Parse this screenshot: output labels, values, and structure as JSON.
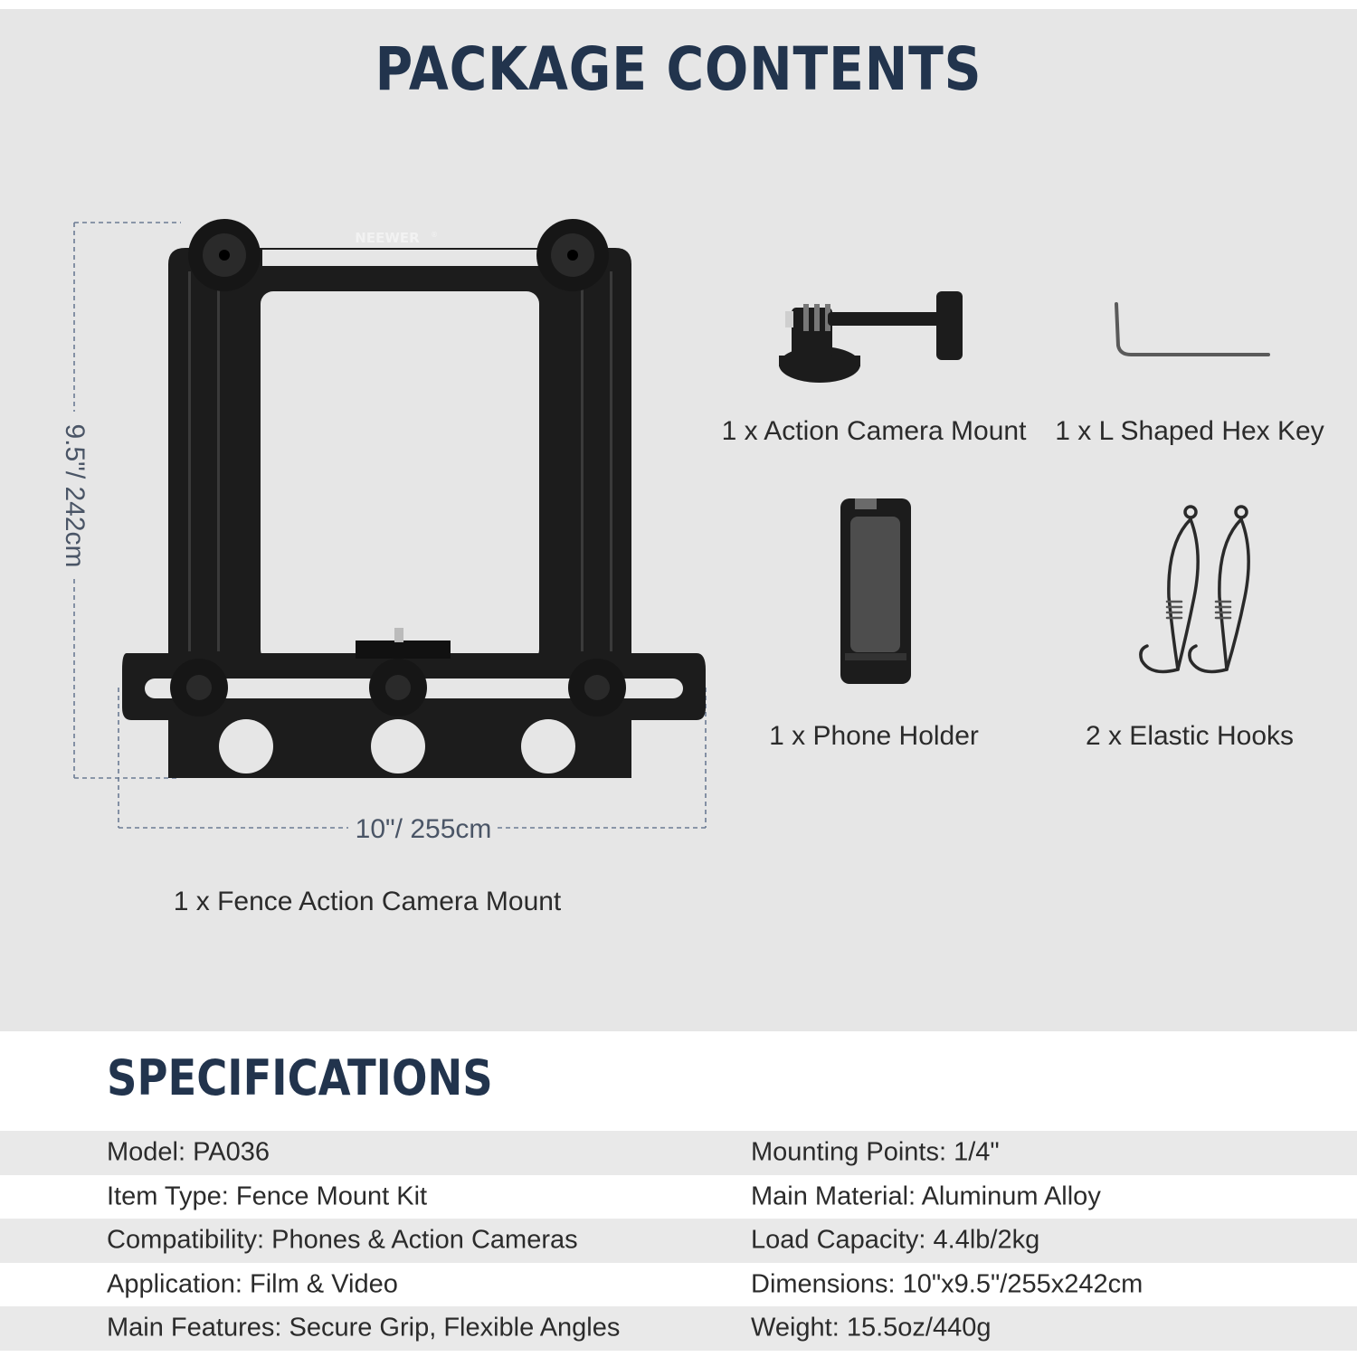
{
  "package": {
    "title": "PACKAGE CONTENTS",
    "brand": "NEEWER",
    "brand_mark": "®",
    "height_label": "9.5\"/ 242cm",
    "width_label": "10\"/ 255cm",
    "items": [
      {
        "caption": "1 x Fence Action Camera Mount",
        "icon": "fence-mount-icon"
      },
      {
        "caption": "1 x Action Camera Mount",
        "icon": "action-camera-mount-icon"
      },
      {
        "caption": "1 x L Shaped Hex Key",
        "icon": "hex-key-icon"
      },
      {
        "caption": "1 x Phone Holder",
        "icon": "phone-holder-icon"
      },
      {
        "caption": "2 x Elastic Hooks",
        "icon": "elastic-hook-icon"
      }
    ]
  },
  "specifications": {
    "title": "SPECIFICATIONS",
    "rows": [
      {
        "left": "Model: PA036",
        "right": "Mounting Points: 1/4\""
      },
      {
        "left": "Item Type: Fence Mount Kit",
        "right": "Main Material: Aluminum Alloy"
      },
      {
        "left": "Compatibility: Phones & Action Cameras",
        "right": "Load Capacity: 4.4lb/2kg"
      },
      {
        "left": "Application: Film & Video",
        "right": "Dimensions: 10\"x9.5\"/255x242cm"
      },
      {
        "left": "Main Features: Secure Grip, Flexible Angles",
        "right": "Weight: 15.5oz/440g"
      }
    ]
  },
  "colors": {
    "title": "#22344d",
    "panel": "#e6e6e6",
    "product": "#1c1c1c",
    "dimension_line": "#6b7b93"
  }
}
